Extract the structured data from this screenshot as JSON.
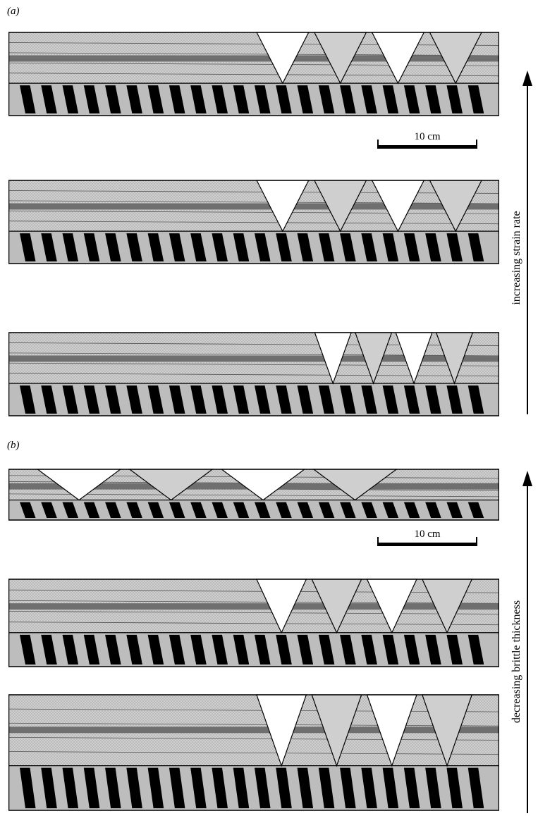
{
  "panels": [
    {
      "label": "(a)",
      "scale_label": "10 cm",
      "arrow_label": "increasing strain rate",
      "sections": [
        {
          "id": "a1",
          "graben_start": 0.5,
          "graben_end": 0.97
        },
        {
          "id": "a2",
          "graben_start": 0.5,
          "graben_end": 0.97
        },
        {
          "id": "a3",
          "graben_start": 0.62,
          "graben_end": 0.95
        }
      ]
    },
    {
      "label": "(b)",
      "scale_label": "10 cm",
      "arrow_label": "decreasing brittle thickness",
      "sections": [
        {
          "id": "b1",
          "graben_start": 0.05,
          "graben_end": 0.8
        },
        {
          "id": "b2",
          "graben_start": 0.5,
          "graben_end": 0.95
        },
        {
          "id": "b3",
          "graben_start": 0.5,
          "graben_end": 0.95
        }
      ]
    }
  ],
  "colors": {
    "stipple": "#cfcfcf",
    "marker": "#6f6f6f",
    "ductile_dark": "#000000",
    "ductile_light": "#bdbdbd",
    "outline": "#000000"
  }
}
